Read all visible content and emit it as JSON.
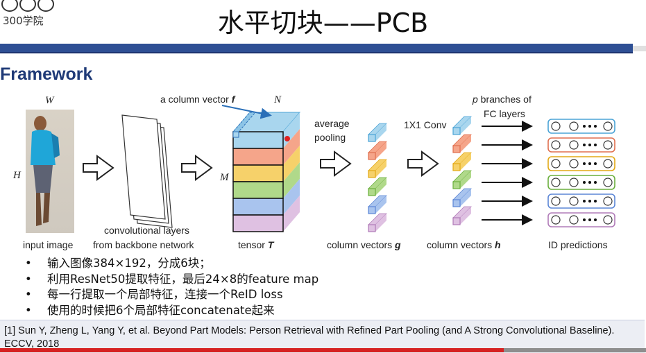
{
  "logo": {
    "numeral": "300",
    "text": "300学院"
  },
  "slide": {
    "title": "水平切块——PCB",
    "section": "Framework"
  },
  "diagram": {
    "labels": {
      "w": "W",
      "h": "H",
      "n": "N",
      "m": "M",
      "col_vector_prefix": "a column vector ",
      "col_vector_var": "f",
      "input_image": "input image",
      "conv1": "convolutional layers",
      "conv2": "from backbone network",
      "tensor_prefix": "tensor ",
      "tensor_var": "T",
      "avg1": "average",
      "avg2": "pooling",
      "conv1x1": "1X1 Conv",
      "colvec_prefix": "column vectors ",
      "colvec_g": "g",
      "colvec_h": "h",
      "branches_var": "p",
      "branches1": " branches of",
      "branches2": "FC layers",
      "id_predictions": "ID predictions"
    },
    "part_colors": [
      "#a9d6ee",
      "#f5a58a",
      "#f6d16a",
      "#b0d98a",
      "#a9c4ee",
      "#dfc1e2"
    ],
    "part_borders": [
      "#4aa3d6",
      "#e06f4f",
      "#e2a916",
      "#6aaf3d",
      "#5b86d6",
      "#b07bb8"
    ]
  },
  "bullets": [
    "输入图像384×192，分成6块；",
    "利用ResNet50提取特征，最后24×8的feature map",
    "每一行提取一个局部特征，连接一个ReID loss",
    "使用的时候把6个局部特征concatenate起来"
  ],
  "bullet_marker": "•",
  "reference": "[1] Sun Y, Zheng L, Yang Y, et al. Beyond Part Models: Person Retrieval with Refined Part Pooling (and A Strong Convolutional Baseline). ECCV, 2018",
  "video_progress": 0.78
}
